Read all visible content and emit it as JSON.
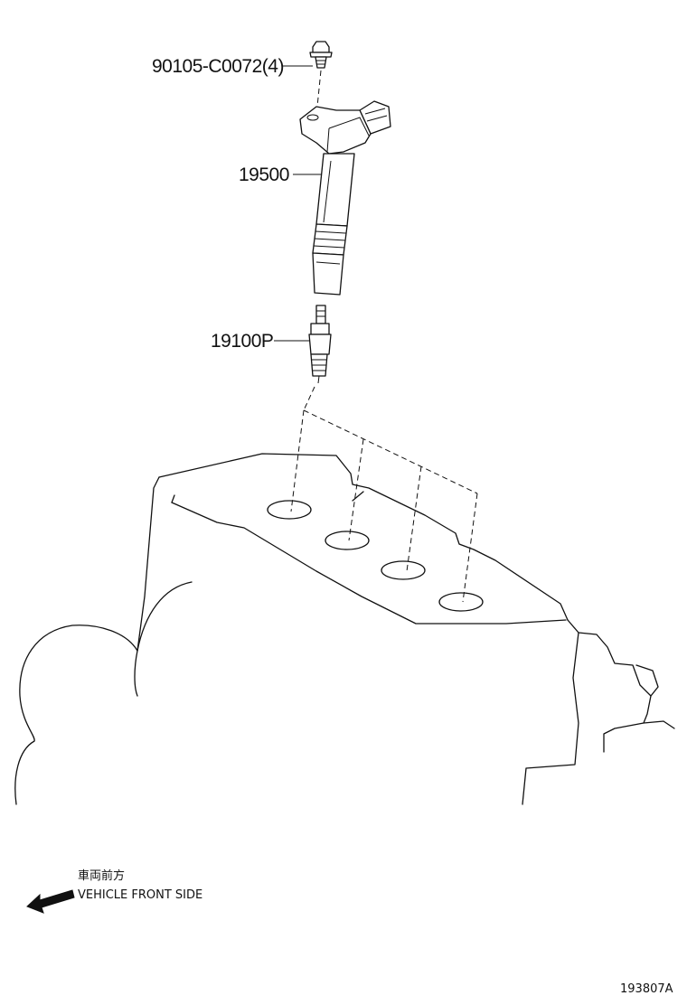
{
  "callouts": {
    "bolt": "90105-C0072(4)",
    "ignition_coil": "19500",
    "spark_plug": "19100P"
  },
  "direction_note": {
    "japanese": "車両前方",
    "english": "VEHICLE FRONT SIDE"
  },
  "diagram_ref": "193807A"
}
